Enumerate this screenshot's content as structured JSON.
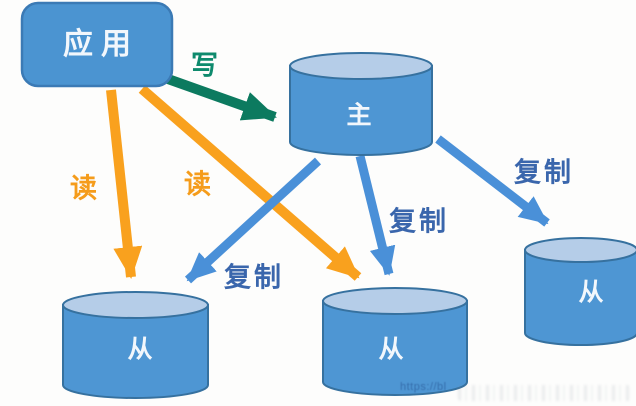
{
  "diagram": {
    "description": "Database read-write splitting / master-slave replication diagram",
    "nodes": {
      "app": {
        "label": "应用",
        "shape": "rounded-rect"
      },
      "master": {
        "label": "主",
        "shape": "cylinder"
      },
      "slave1": {
        "label": "从",
        "shape": "cylinder"
      },
      "slave2": {
        "label": "从",
        "shape": "cylinder"
      },
      "slave3": {
        "label": "从",
        "shape": "cylinder"
      }
    },
    "edges": [
      {
        "id": "write",
        "label": "写",
        "from": "app",
        "to": "master",
        "color": "#0c7a5f"
      },
      {
        "id": "read-left",
        "label": "读",
        "from": "app",
        "to": "slave1",
        "color": "#f9a11e"
      },
      {
        "id": "read-middle",
        "label": "读",
        "from": "app",
        "to": "slave2",
        "color": "#f9a11e"
      },
      {
        "id": "copy-left",
        "label": "复制",
        "from": "master",
        "to": "slave1",
        "color": "#4a90d8"
      },
      {
        "id": "copy-middle",
        "label": "复制",
        "from": "master",
        "to": "slave2",
        "color": "#4a90d8"
      },
      {
        "id": "copy-right",
        "label": "复制",
        "from": "master",
        "to": "slave3",
        "color": "#4a90d8"
      }
    ],
    "watermark": "https://bl",
    "colors": {
      "node_fill": "#4e96d3",
      "node_stroke": "#36719f",
      "cylinder_top": "#b5cde8",
      "node_text": "#f2f7fc",
      "write_arrow": "#0c7a5f",
      "write_text": "#0e8a6d",
      "read_arrow": "#f9a11e",
      "copy_arrow": "#4a90d8",
      "copy_text": "#3a66ac",
      "background": "#fdfdfc"
    }
  }
}
